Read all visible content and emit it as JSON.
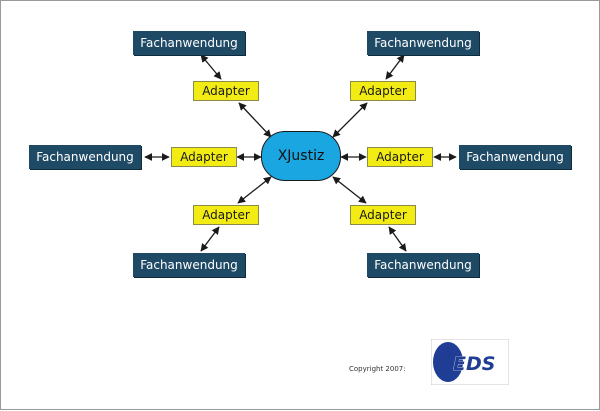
{
  "hub": {
    "label": "XJustiz"
  },
  "nodes": {
    "top_left": {
      "application": "Fachanwendung",
      "adapter": "Adapter"
    },
    "top_right": {
      "application": "Fachanwendung",
      "adapter": "Adapter"
    },
    "middle_left": {
      "application": "Fachanwendung",
      "adapter": "Adapter"
    },
    "middle_right": {
      "application": "Fachanwendung",
      "adapter": "Adapter"
    },
    "bottom_left": {
      "application": "Fachanwendung",
      "adapter": "Adapter"
    },
    "bottom_right": {
      "application": "Fachanwendung",
      "adapter": "Adapter"
    }
  },
  "footer": {
    "copyright": "Copyright 2007:",
    "logo_text": "EDS"
  },
  "colors": {
    "application_fill": "#1f4a66",
    "adapter_fill": "#f3ec14",
    "hub_fill": "#1aa6e0",
    "logo_blue": "#1f3d95"
  }
}
